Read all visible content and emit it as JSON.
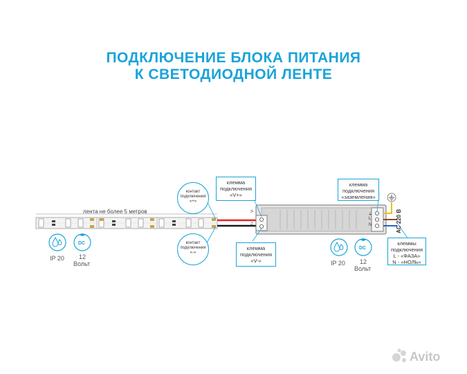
{
  "title": {
    "line1": "ПОДКЛЮЧЕНИЕ БЛОКА ПИТАНИЯ",
    "line2": "К СВЕТОДИОДНОЙ ЛЕНТЕ"
  },
  "strip": {
    "length_label": "лента не более 5 метров",
    "ip_label": "IP 20",
    "dc_label": "DC",
    "voltage_value": "12",
    "voltage_unit": "Вольт"
  },
  "contacts": {
    "plus": [
      "контакт",
      "подключения",
      "«+»"
    ],
    "minus": [
      "контакт",
      "подключения",
      "«-»"
    ]
  },
  "terminals": {
    "v_plus": [
      "клемма",
      "подключения",
      "«V+»"
    ],
    "v_minus": [
      "клемма",
      "подключения",
      "«V-»"
    ],
    "ground": [
      "клемма",
      "подключения",
      "«заземления»"
    ],
    "phase_null": [
      "клеммы",
      "подключения",
      "L - «ФАЗА»",
      "N - «НОЛЬ»"
    ]
  },
  "psu": {
    "ip_label": "IP 20",
    "dc_label": "DC",
    "voltage_value": "12",
    "voltage_unit": "Вольт",
    "ac_label": "AC 220 В",
    "terminal_letters": [
      "⏚",
      "L",
      "N"
    ],
    "left_terminals": [
      "V-",
      "V+"
    ]
  },
  "watermark": "Avito",
  "colors": {
    "accent": "#1aa3d9",
    "wire_red": "#e0262b",
    "wire_black": "#1a1a1a",
    "wire_yellow": "#e6c21a",
    "wire_blue": "#2a62c9",
    "wire_brown": "#8a4b1e"
  }
}
